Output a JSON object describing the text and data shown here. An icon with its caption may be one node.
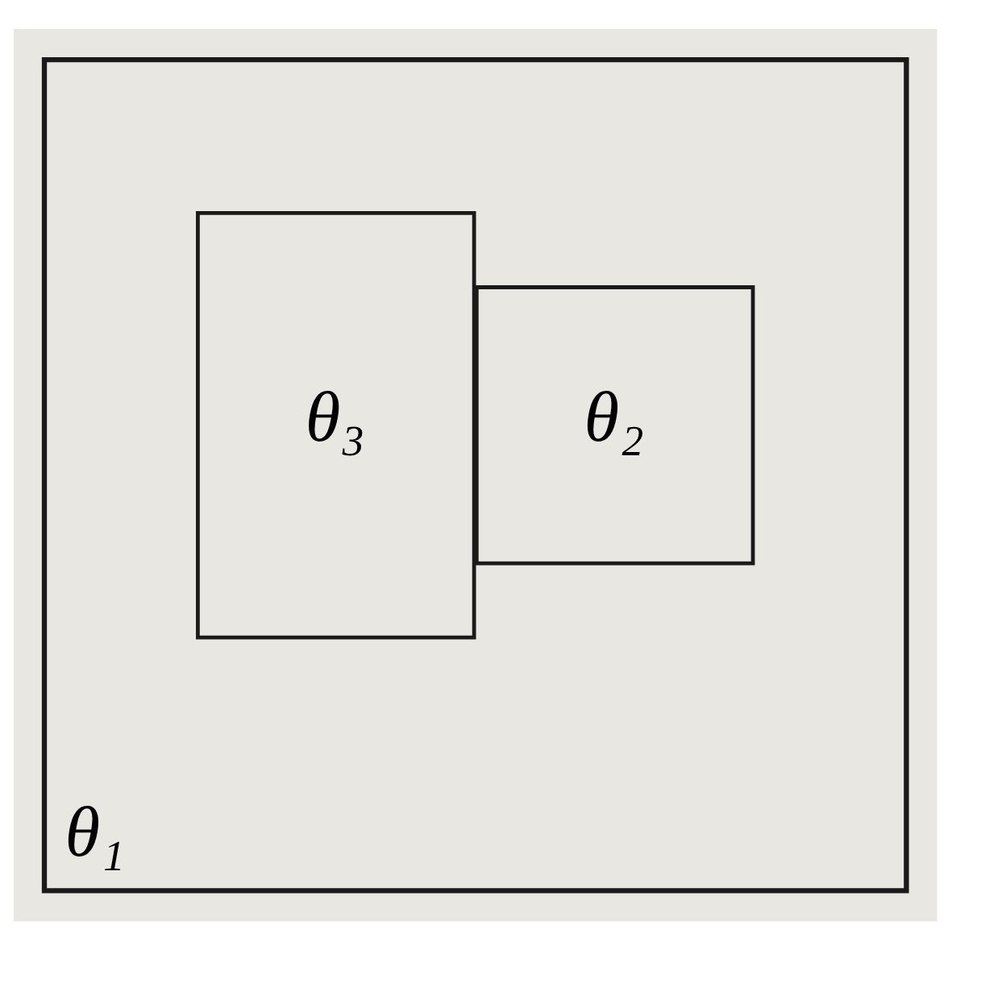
{
  "diagram": {
    "nodes": [
      {
        "text": [
          "θ₁"
        ]
      },
      {
        "text": [
          "θ₂"
        ],
        "in": 0
      },
      {
        "text": [
          "θ₃"
        ],
        "in": 0
      }
    ],
    "edges": []
  }
}
